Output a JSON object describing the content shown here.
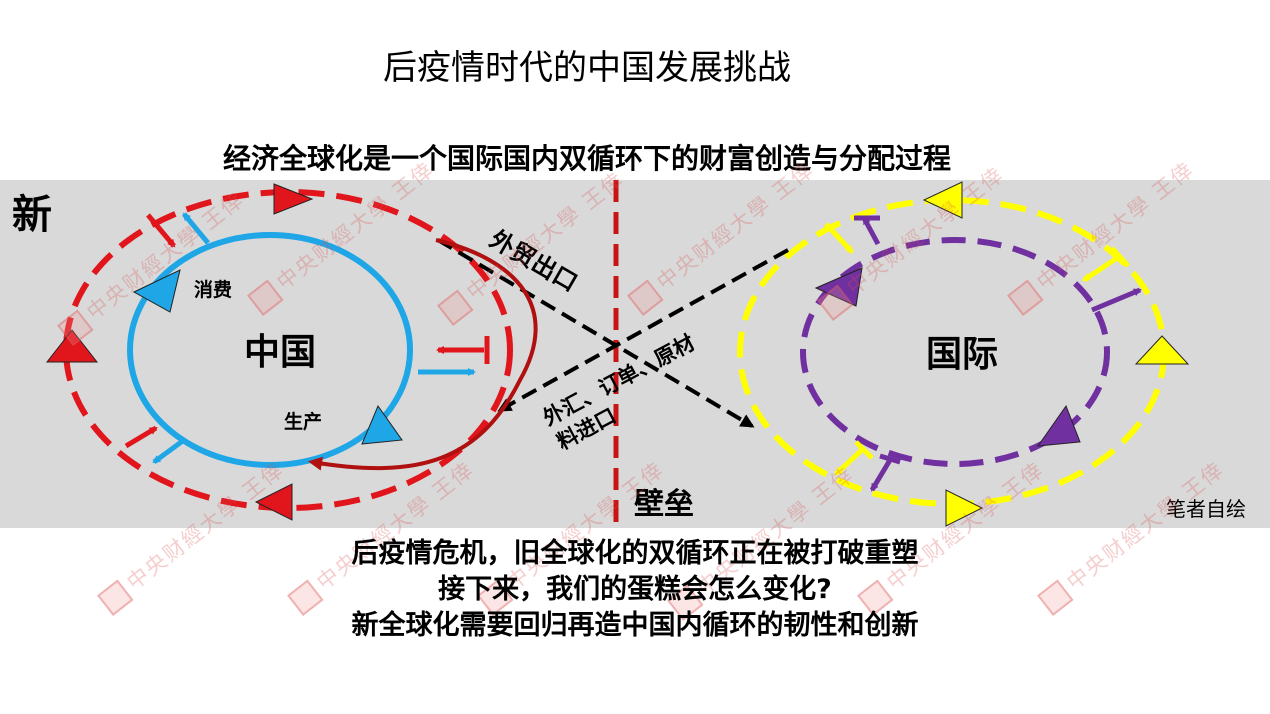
{
  "title": "后疫情时代的中国发展挑战",
  "subtitle": "经济全球化是一个国际国内双循环下的财富创造与分配过程",
  "diagram": {
    "corner_label": "新",
    "china": {
      "label": "中国",
      "consumption": "消费",
      "production": "生产"
    },
    "international": {
      "label": "国际"
    },
    "export_label": "外贸出口",
    "import_label_line1": "外汇、订单、原材",
    "import_label_line2": "料进口",
    "barrier_label": "壁垒",
    "author_note": "笔者自绘"
  },
  "bottom_lines": [
    "后疫情危机，旧全球化的双循环正在被打破重塑",
    "接下来，我们的蛋糕会怎么变化?",
    "新全球化需要回归再造中国内循环的韧性和创新"
  ],
  "watermark": "中央财經大學 王倖",
  "colors": {
    "red": "#e0161c",
    "blue": "#1ea6e6",
    "yellow": "#ffff00",
    "purple": "#7030a0",
    "darkred": "#b01010",
    "band": "#d9d9d9"
  }
}
